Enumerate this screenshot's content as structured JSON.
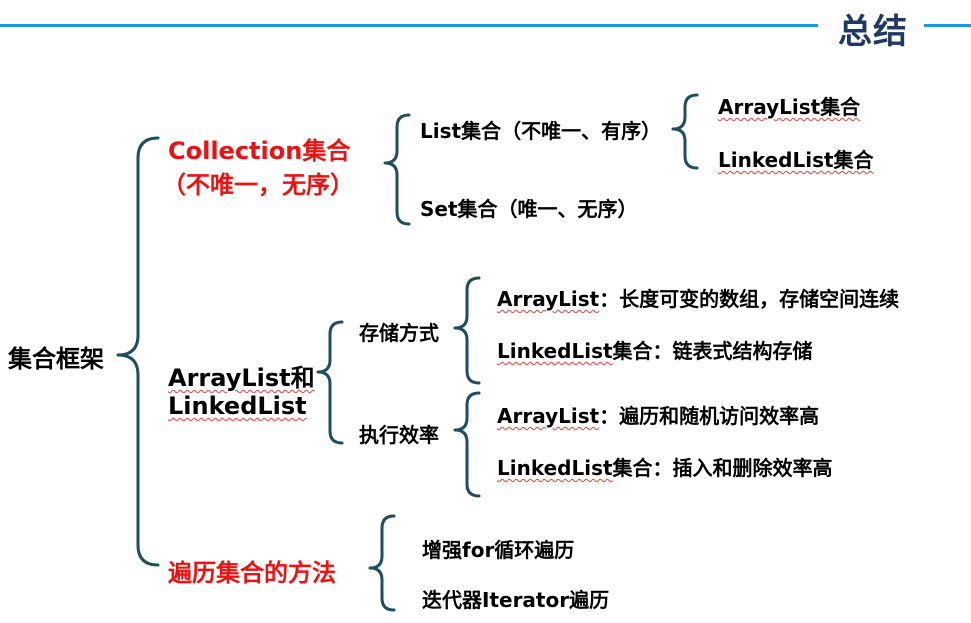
{
  "header": {
    "title": "总结"
  },
  "root": {
    "label": "集合框架"
  },
  "collection": {
    "line1": "Collection集合",
    "line2": "（不唯一，无序）",
    "list": {
      "label": "List集合（不唯一、有序）",
      "children": [
        "ArrayList集合",
        "LinkedList集合"
      ]
    },
    "set": {
      "label": "Set集合（唯一、无序）"
    }
  },
  "compare": {
    "line1": "ArrayList和",
    "line2": "LinkedList",
    "storage": {
      "label": "存储方式",
      "items": [
        {
          "name": "ArrayList",
          "text": "：长度可变的数组，存储空间连续"
        },
        {
          "name": "LinkedList",
          "text": "集合：链表式结构存储"
        }
      ]
    },
    "efficiency": {
      "label": "执行效率",
      "items": [
        {
          "name": "ArrayList",
          "text": "：遍历和随机访问效率高"
        },
        {
          "name": "LinkedList",
          "text": "集合：插入和删除效率高"
        }
      ]
    }
  },
  "iterate": {
    "label": "遍历集合的方法",
    "items": [
      "增强for循环遍历",
      "迭代器Iterator遍历"
    ]
  },
  "colors": {
    "accent": "#1a9bd7",
    "title": "#1f3864",
    "highlight": "#ee1111",
    "brace": "#1f4e5f"
  }
}
